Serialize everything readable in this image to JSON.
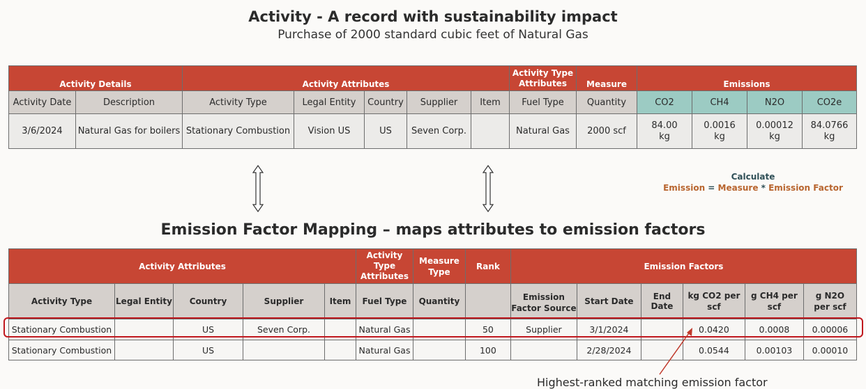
{
  "title": "Activity - A record with sustainability impact",
  "subtitle": "Purchase of 2000 standard cubic feet of Natural Gas",
  "activity_table": {
    "groups": {
      "details": "Activity Details",
      "attributes": "Activity Attributes",
      "type_attributes": "Activity Type Attributes",
      "measure": "Measure",
      "emissions": "Emissions"
    },
    "columns": [
      "Activity Date",
      "Description",
      "Activity Type",
      "Legal Entity",
      "Country",
      "Supplier",
      "Item",
      "Fuel Type",
      "Quantity",
      "CO2",
      "CH4",
      "N2O",
      "CO2e"
    ],
    "row": [
      "3/6/2024",
      "Natural Gas for boilers",
      "Stationary Combustion",
      "Vision US",
      "US",
      "Seven Corp.",
      "",
      "Natural Gas",
      "2000 scf",
      "84.00 kg",
      "0.0016 kg",
      "0.00012 kg",
      "84.0766 kg"
    ]
  },
  "calculate": {
    "title": "Calculate",
    "emission": "Emission",
    "equals": " = ",
    "measure": "Measure",
    "times": " * ",
    "factor": "Emission Factor"
  },
  "title2": "Emission Factor Mapping – maps attributes to emission factors",
  "mapping_table": {
    "groups": {
      "attributes": "Activity Attributes",
      "type_attributes": "Activity Type Attributes",
      "measure_type": "Measure Type",
      "rank": "Rank",
      "factors": "Emission Factors"
    },
    "columns": [
      "Activity Type",
      "Legal Entity",
      "Country",
      "Supplier",
      "Item",
      "Fuel Type",
      "Quantity",
      "",
      "Emission Factor Source",
      "Start Date",
      "End Date",
      "kg CO2 per scf",
      "g CH4 per scf",
      "g N2O per scf"
    ],
    "rows": [
      [
        "Stationary Combustion",
        "",
        "US",
        "Seven Corp.",
        "",
        "Natural Gas",
        "",
        "50",
        "Supplier",
        "3/1/2024",
        "",
        "0.0420",
        "0.0008",
        "0.00006"
      ],
      [
        "Stationary Combustion",
        "",
        "US",
        "",
        "",
        "Natural Gas",
        "",
        "100",
        "",
        "2/28/2024",
        "",
        "0.0544",
        "0.00103",
        "0.00010"
      ]
    ]
  },
  "note": "Highest-ranked matching emission factor",
  "colors": {
    "header": "#c74634",
    "subheader": "#d5d0cc",
    "emissions_teal": "#9ccbc3",
    "highlight": "#c0181e",
    "arrow": "#c0392b"
  }
}
